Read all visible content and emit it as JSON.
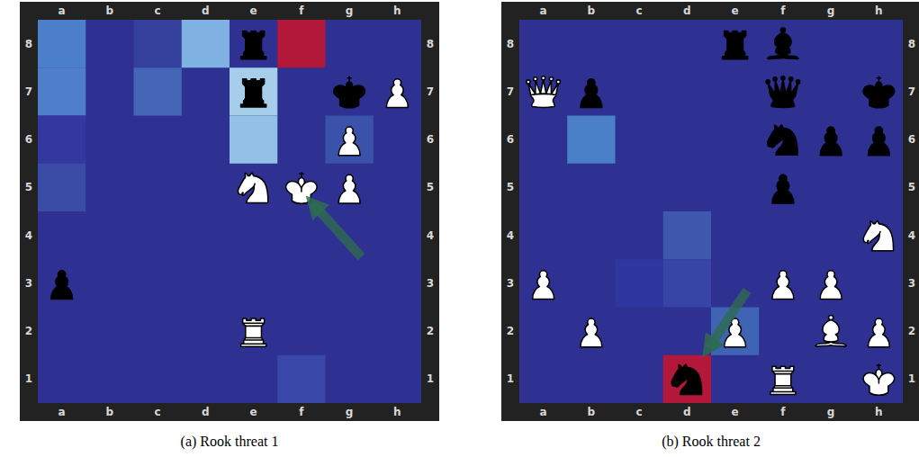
{
  "diagram": {
    "labels": [
      "a",
      "b",
      "c",
      "d",
      "e",
      "f",
      "g",
      "h",
      "8",
      "7",
      "6",
      "5",
      "4",
      "3",
      "2",
      "1",
      "8",
      "7",
      "6",
      "5",
      "4",
      "3",
      "2",
      "1",
      "a",
      "b",
      "c",
      "d",
      "e",
      "f",
      "g",
      "h",
      "a",
      "b",
      "c",
      "d",
      "e",
      "f",
      "g",
      "h",
      "8",
      "7",
      "6",
      "5",
      "4",
      "3",
      "2",
      "1",
      "8",
      "7",
      "6",
      "5",
      "4",
      "3",
      "2",
      "1",
      "a",
      "b",
      "c",
      "d",
      "e",
      "f",
      "g",
      "h",
      "(a) Rook threat 1",
      "(b) Rook threat 2"
    ]
  }
}
